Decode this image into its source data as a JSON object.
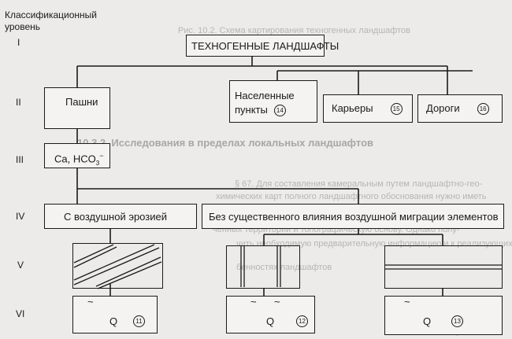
{
  "header": {
    "line1": "Классификационный",
    "line2": "уровень"
  },
  "levels": [
    "I",
    "II",
    "III",
    "IV",
    "V",
    "VI"
  ],
  "nodes": {
    "root": "ТЕХНОГЕННЫЕ ЛАНДШАФТЫ",
    "pashni": "Пашни",
    "naselennye_1": "Населенные",
    "naselennye_2": "пункты",
    "karery": "Карьеры",
    "dorogi": "Дороги",
    "chem": "Ca, HCO",
    "chem_sub": "3",
    "chem_sup": "−",
    "erosion": "С воздушной эрозией",
    "no_migration": "Без существенного влияния воздушной миграции элементов"
  },
  "circled_numbers": {
    "n11": "11",
    "n12": "12",
    "n13": "13",
    "n14": "14",
    "n15": "15",
    "n16": "16"
  },
  "q_symbol": "Q",
  "tilde": "~",
  "background_text": {
    "caption": "Рис. 10.2. Схема картирования техногенных ландшафтов",
    "heading": "10.3.2. Исследования в пределах локальных ландшафтов",
    "para1": "§ 67. Для составления камеральным путем ландшафтно-гео-",
    "para2": "химических карт полного ландшафтного обоснования нужно иметь",
    "para3": "ченных территорий и топографическую основу. Однако полу-",
    "para4": "чить необходимую предварительную информацию и к реализующих осо-",
    "para5": "бенностях ландшафтов"
  },
  "colors": {
    "ink": "#1a1a1a",
    "paper": "#ecebea",
    "box_fill": "#f4f3f1",
    "ghost": "#b7b5b2"
  }
}
